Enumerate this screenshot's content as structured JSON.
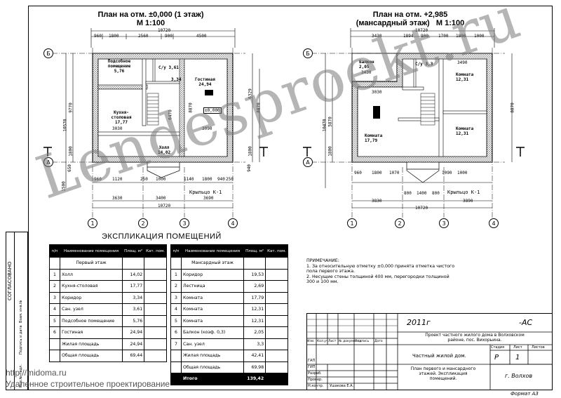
{
  "plan1": {
    "title_line1": "План на отм. ±0,000 (1 этаж)",
    "title_line2": "М 1:100",
    "overall": "10720",
    "top_dims": [
      "960",
      "1800",
      "2560",
      "900",
      "4500"
    ],
    "bottom_dims1": [
      "960",
      "1120",
      "250",
      "1000",
      "1140",
      "1800",
      "940",
      "250"
    ],
    "bottom_dims2": [
      "3630",
      "3400",
      "3690"
    ],
    "left_dims": [
      "10570",
      "9770",
      "1800",
      "650",
      "1500"
    ],
    "right_dims": [
      "6329",
      "8870",
      "1800",
      "940"
    ],
    "rooms": [
      {
        "name": "Подсобное помещение",
        "area": "5,76"
      },
      {
        "name": "С/у",
        "area": "3,61"
      },
      {
        "name": "Гостиная",
        "area": "24,94"
      },
      {
        "name": "Кухня-столовая",
        "area": "17,77"
      },
      {
        "name": "Холл",
        "area": "14,02"
      },
      {
        "name": "",
        "area": "3,34"
      }
    ],
    "porch": "Крыльцо К-1",
    "inner_dims": [
      "3030",
      "3090",
      "8870",
      "6470"
    ],
    "level": "±0,000"
  },
  "plan2": {
    "title_line1": "План на отм. +2,985",
    "title_line2": "(мансардный этаж)",
    "title_scale": "М 1:100",
    "overall": "10720",
    "top_dims": [
      "3430",
      "1894",
      "900",
      "1700",
      "1800",
      "1000"
    ],
    "bottom_dims1": [
      "960",
      "1800",
      "1070",
      "1090",
      "1000"
    ],
    "bottom_dims2": [
      "3830",
      "3890"
    ],
    "porch_dims": [
      "800",
      "1400",
      "800"
    ],
    "left_dims": [
      "10470",
      "5870",
      "1800"
    ],
    "right_dims": [
      "8870"
    ],
    "rooms": [
      {
        "name": "Балкон",
        "area": "2,05"
      },
      {
        "name": "С/у",
        "area": "3,3"
      },
      {
        "name": "Комната",
        "area": "12,31"
      },
      {
        "name": "Комната",
        "area": "17,79"
      },
      {
        "name": "Комната",
        "area": "12,31"
      }
    ],
    "porch": "Крыльцо К-1",
    "inner_dims": [
      "3030",
      "3430",
      "3490"
    ]
  },
  "axes": {
    "rows": [
      "Б",
      "А"
    ],
    "cols": [
      "1",
      "2",
      "3",
      "4"
    ]
  },
  "explication": {
    "title": "ЭКСПЛИКАЦИЯ ПОМЕЩЕНИЙ",
    "headers": [
      "п/п",
      "Наименование помещения",
      "Площ. м²",
      "Кат. пом."
    ],
    "floor1_title": "Первый этаж",
    "floor1": [
      [
        "1",
        "Холл",
        "14,02"
      ],
      [
        "2",
        "Кухня-столовая",
        "17,77"
      ],
      [
        "3",
        "Коридор",
        "3,34"
      ],
      [
        "4",
        "Сан. узел",
        "3,61"
      ],
      [
        "5",
        "Подсобное помещение",
        "5,76"
      ],
      [
        "6",
        "Гостиная",
        "24,94"
      ]
    ],
    "floor1_living_label": "Жилая площадь",
    "floor1_living": "24,94",
    "floor1_total_label": "Общая площадь",
    "floor1_total": "69,44",
    "floor2_title": "Мансардный этаж",
    "floor2": [
      [
        "1",
        "Коридор",
        "19,53"
      ],
      [
        "2",
        "Лестница",
        "2,69"
      ],
      [
        "3",
        "Комната",
        "17,79"
      ],
      [
        "4",
        "Комната",
        "12,31"
      ],
      [
        "5",
        "Комната",
        "12,31"
      ],
      [
        "6",
        "Балкон (коэф. 0,3)",
        "2,05"
      ],
      [
        "7",
        "Сан. узел",
        "3,3"
      ]
    ],
    "floor2_living_label": "Жилая площадь",
    "floor2_living": "42,41",
    "floor2_total_label": "Общая площадь",
    "floor2_total": "69,98",
    "grand_label": "Итого",
    "grand_total": "139,42"
  },
  "notes": {
    "heading": "ПРИМЕЧАНИЕ:",
    "line1": "1. За относительную отметку ±0,000 принята отметка чистого",
    "line2": "пола первого этажа.",
    "line3": "2. Несущие стены толщиной 400 мм, перегородки толщиной",
    "line4": "300 и 100 мм."
  },
  "stamp": {
    "year": "2011г",
    "code": "-АС",
    "project": "Проект частного жилого дома в Волховском",
    "project2": "районе, пос. Вихорьина.",
    "object": "Частный жилой дом.",
    "stage_h": "Стадия",
    "sheet_h": "Лист",
    "sheets_h": "Листов",
    "stage": "Р",
    "sheet": "1",
    "sheet_title": "План первого и мансардного",
    "sheet_title2": "этажей. Экспликация",
    "sheet_title3": "помещений.",
    "org": "г. Волхов",
    "format": "Формат А3",
    "cols": [
      "Изм.",
      "Кол.уч",
      "Лист",
      "№ документа",
      "Подпись",
      "Дата"
    ],
    "roles": [
      "ГИП",
      "Разраб.",
      "Провер.",
      "Н.контр."
    ],
    "name": "Ушакова Е.А.",
    "gip": "ГАП"
  },
  "side": {
    "agreed": "СОГЛАСОВАНО",
    "inv": "Инв.№ подл.",
    "sign": "Подпись и дата",
    "vzam": "Взам. инв.№"
  },
  "watermark": "Lendesproekt.ru",
  "footer": {
    "url": "http://midoma.ru",
    "tagline": "Удаленное строительное проектирование"
  }
}
